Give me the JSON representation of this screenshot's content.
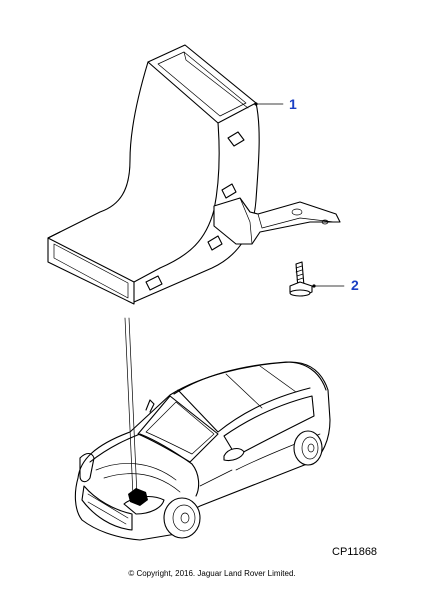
{
  "callouts": [
    {
      "label": "1",
      "part": "air duct",
      "color": "#1a3fc4"
    },
    {
      "label": "2",
      "part": "bolt",
      "color": "#1a3fc4"
    }
  ],
  "reference_code": "CP11868",
  "copyright": "© Copyright, 2016. Jaguar Land Rover Limited."
}
